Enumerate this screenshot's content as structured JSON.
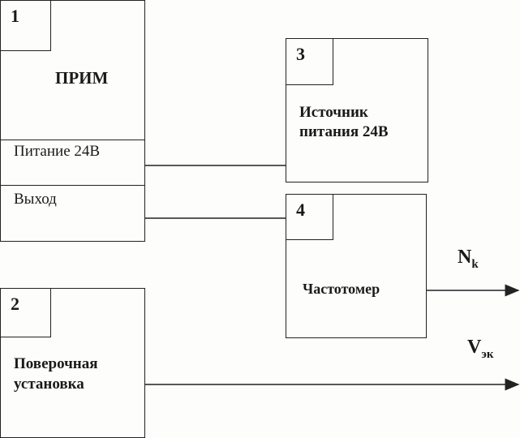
{
  "blocks": {
    "b1": {
      "number": "1",
      "title": "ПРИМ",
      "port_power": "Питание 24В",
      "port_output": "Выход"
    },
    "b2": {
      "number": "2",
      "title_line1": "Поверочная",
      "title_line2": "установка"
    },
    "b3": {
      "number": "3",
      "title_line1": "Источник",
      "title_line2": "питания 24В"
    },
    "b4": {
      "number": "4",
      "title": "Частотомер"
    }
  },
  "outputs": {
    "nk": {
      "main": "N",
      "sub": "k"
    },
    "vek": {
      "main": "V",
      "sub": "эк"
    }
  }
}
